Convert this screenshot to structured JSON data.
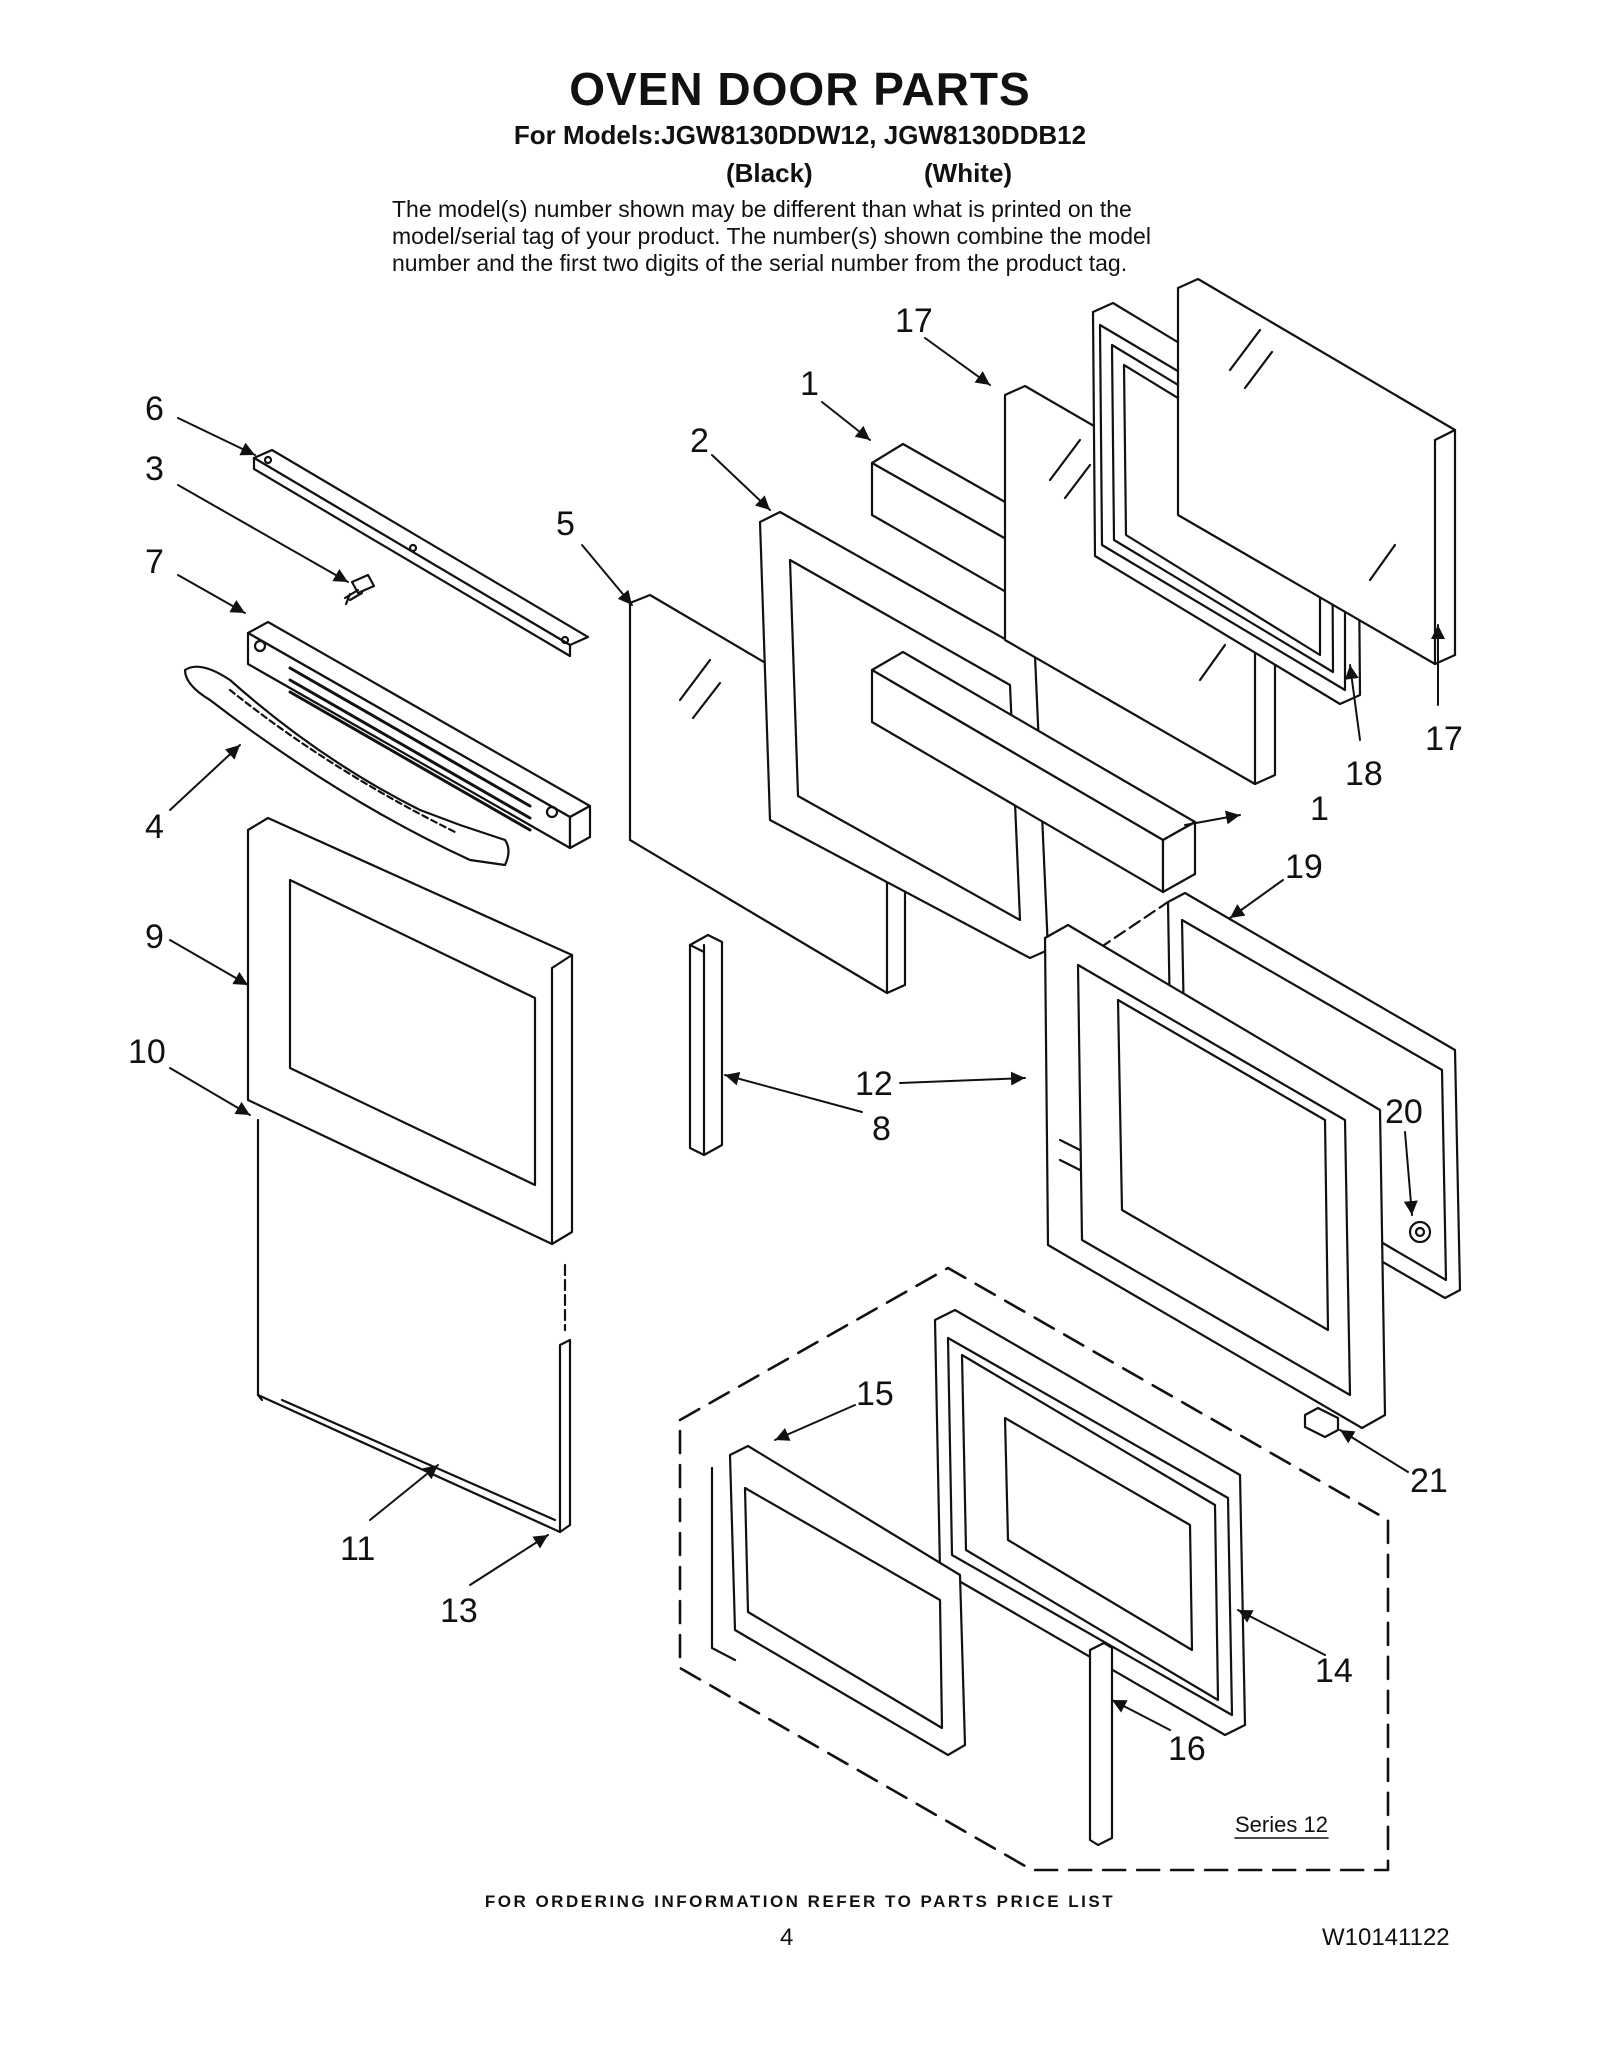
{
  "header": {
    "title": "OVEN DOOR PARTS",
    "models": "For Models:JGW8130DDW12, JGW8130DDB12",
    "variant_black": "(Black)",
    "variant_white": "(White)",
    "note_lines": [
      "The model(s) number shown may be different than what is printed on the",
      "model/serial tag of your product. The number(s) shown combine the model",
      "number and the first two digits of the serial number from the product tag."
    ]
  },
  "callouts": {
    "c6": "6",
    "c3": "3",
    "c7": "7",
    "c4": "4",
    "c9": "9",
    "c10": "10",
    "c11": "11",
    "c13": "13",
    "c5": "5",
    "c2": "2",
    "c1a": "1",
    "c1b": "1",
    "c17a": "17",
    "c17b": "17",
    "c18": "18",
    "c19": "19",
    "c12": "12",
    "c8": "8",
    "c20": "20",
    "c15": "15",
    "c21": "21",
    "c14": "14",
    "c16": "16"
  },
  "series_label": "Series 12",
  "footer": {
    "ordering": "FOR ORDERING INFORMATION REFER TO PARTS PRICE LIST",
    "page_number": "4",
    "doc_number": "W10141122"
  }
}
